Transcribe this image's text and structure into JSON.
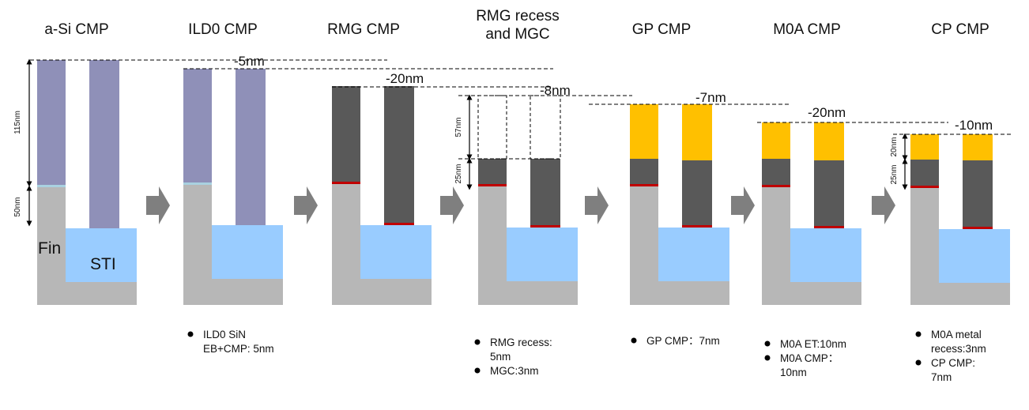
{
  "colors": {
    "a_si": "#8f90b8",
    "metal": "#595959",
    "gp": "#ffc000",
    "sti": "#99ccff",
    "fin": "#b7b7b7",
    "liner": "#c00000",
    "arrow": "#7f7f7f"
  },
  "labels": {
    "fin": "Fin",
    "sti": "STI"
  },
  "stages": [
    {
      "title": [
        "a-Si CMP"
      ],
      "delta": "",
      "dims": [
        "115nm",
        "50nm"
      ],
      "notes": []
    },
    {
      "title": [
        "ILD0 CMP"
      ],
      "delta": "-5nm",
      "dims": [],
      "notes": [
        [
          "ILD0 SiN",
          "EB+CMP: 5nm"
        ]
      ]
    },
    {
      "title": [
        "RMG CMP"
      ],
      "delta": "-20nm",
      "dims": [],
      "notes": []
    },
    {
      "title": [
        "RMG recess",
        "and MGC"
      ],
      "delta": "-8nm",
      "dims": [
        "57nm",
        "25nm"
      ],
      "notes": [
        [
          "RMG recess:",
          "5nm"
        ],
        [
          "MGC:3nm"
        ]
      ]
    },
    {
      "title": [
        "GP CMP"
      ],
      "delta": "-7nm",
      "dims": [],
      "notes": [
        [
          "GP CMP：7nm"
        ]
      ]
    },
    {
      "title": [
        "M0A CMP"
      ],
      "delta": "-20nm",
      "dims": [],
      "notes": [
        [
          "M0A ET:10nm"
        ],
        [
          "M0A CMP：",
          "10nm"
        ]
      ]
    },
    {
      "title": [
        "CP CMP"
      ],
      "delta": "-10nm",
      "dims": [
        "20nm",
        "25nm"
      ],
      "notes": [
        [
          "M0A metal",
          "recess:3nm"
        ],
        [
          "CP CMP:",
          "7nm"
        ]
      ]
    }
  ]
}
